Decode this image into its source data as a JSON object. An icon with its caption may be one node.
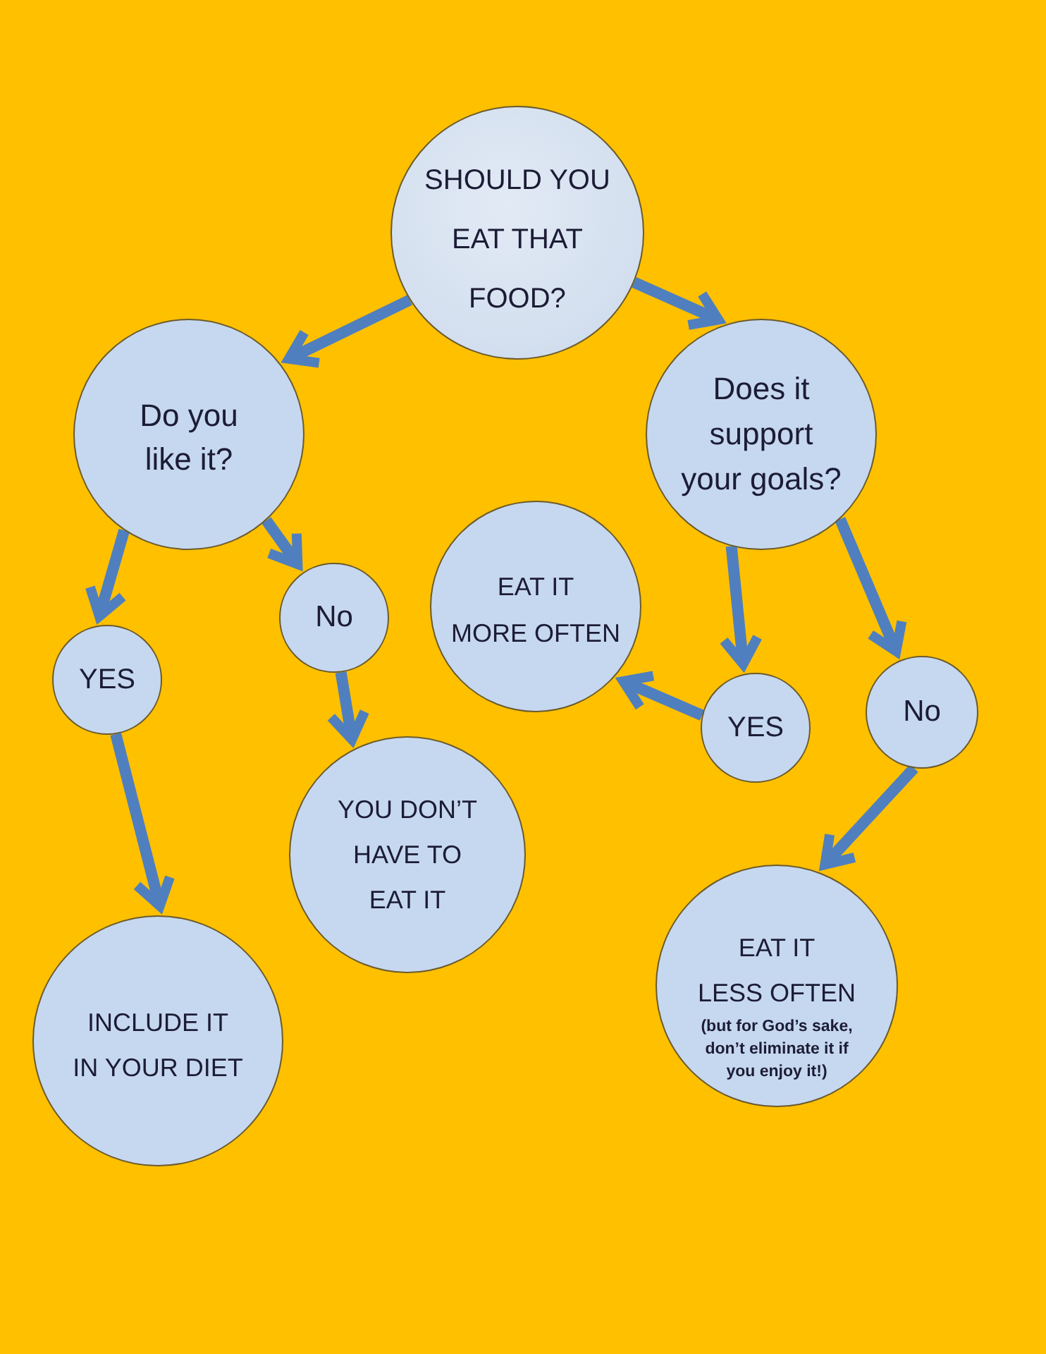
{
  "diagram": {
    "nodes": [
      {
        "text": [
          "SHOULD YOU EAT THAT FOOD?"
        ]
      },
      {
        "text": [
          "Do you like it?"
        ]
      },
      {
        "text": [
          "Does it support your goals?"
        ]
      },
      {
        "text": [
          "YES"
        ]
      },
      {
        "text": [
          "No"
        ]
      },
      {
        "text": [
          "EAT IT MORE OFTEN"
        ]
      },
      {
        "text": [
          "YES"
        ]
      },
      {
        "text": [
          "No"
        ]
      },
      {
        "text": [
          "YOU DON’T HAVE TO EAT IT"
        ]
      },
      {
        "text": [
          "INCLUDE IT IN YOUR DIET"
        ]
      },
      {
        "text": [
          "EAT IT LESS OFTEN",
          "(but for God’s sake, don’t eliminate it if you enjoy it!)"
        ]
      }
    ],
    "edges": [
      {
        "from": 0,
        "to": 1,
        "arrow": "to"
      },
      {
        "from": 0,
        "to": 2,
        "arrow": "to"
      },
      {
        "from": 1,
        "to": 3,
        "arrow": "to"
      },
      {
        "from": 1,
        "to": 4,
        "arrow": "to"
      },
      {
        "from": 4,
        "to": 8,
        "arrow": "to"
      },
      {
        "from": 3,
        "to": 9,
        "arrow": "to"
      },
      {
        "from": 2,
        "to": 6,
        "arrow": "to"
      },
      {
        "from": 2,
        "to": 7,
        "arrow": "to"
      },
      {
        "from": 6,
        "to": 5,
        "arrow": "to"
      },
      {
        "from": 7,
        "to": 10,
        "arrow": "to"
      }
    ]
  }
}
